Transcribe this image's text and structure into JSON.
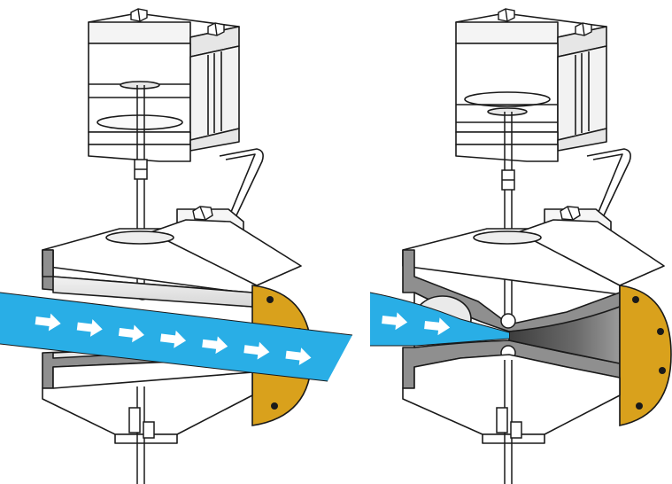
{
  "figure": {
    "panels": [
      {
        "state": "open",
        "flow": "full",
        "arrow_count": 7
      },
      {
        "state": "closed",
        "flow": "throttled",
        "arrow_count": 2
      }
    ],
    "colors": {
      "background": "#ffffff",
      "line": "#1a1a1a",
      "body_fill": "#ffffff",
      "section_gray": "#8f8f8f",
      "flow_blue": "#29aee6",
      "arrow_white": "#ffffff",
      "flange_orange": "#d9a11c",
      "sleeve_dark": "#5a5a5a"
    },
    "icons": [
      "hex-bolt-icon",
      "flow-arrow-icon",
      "flange-bolt-hole-icon"
    ]
  }
}
